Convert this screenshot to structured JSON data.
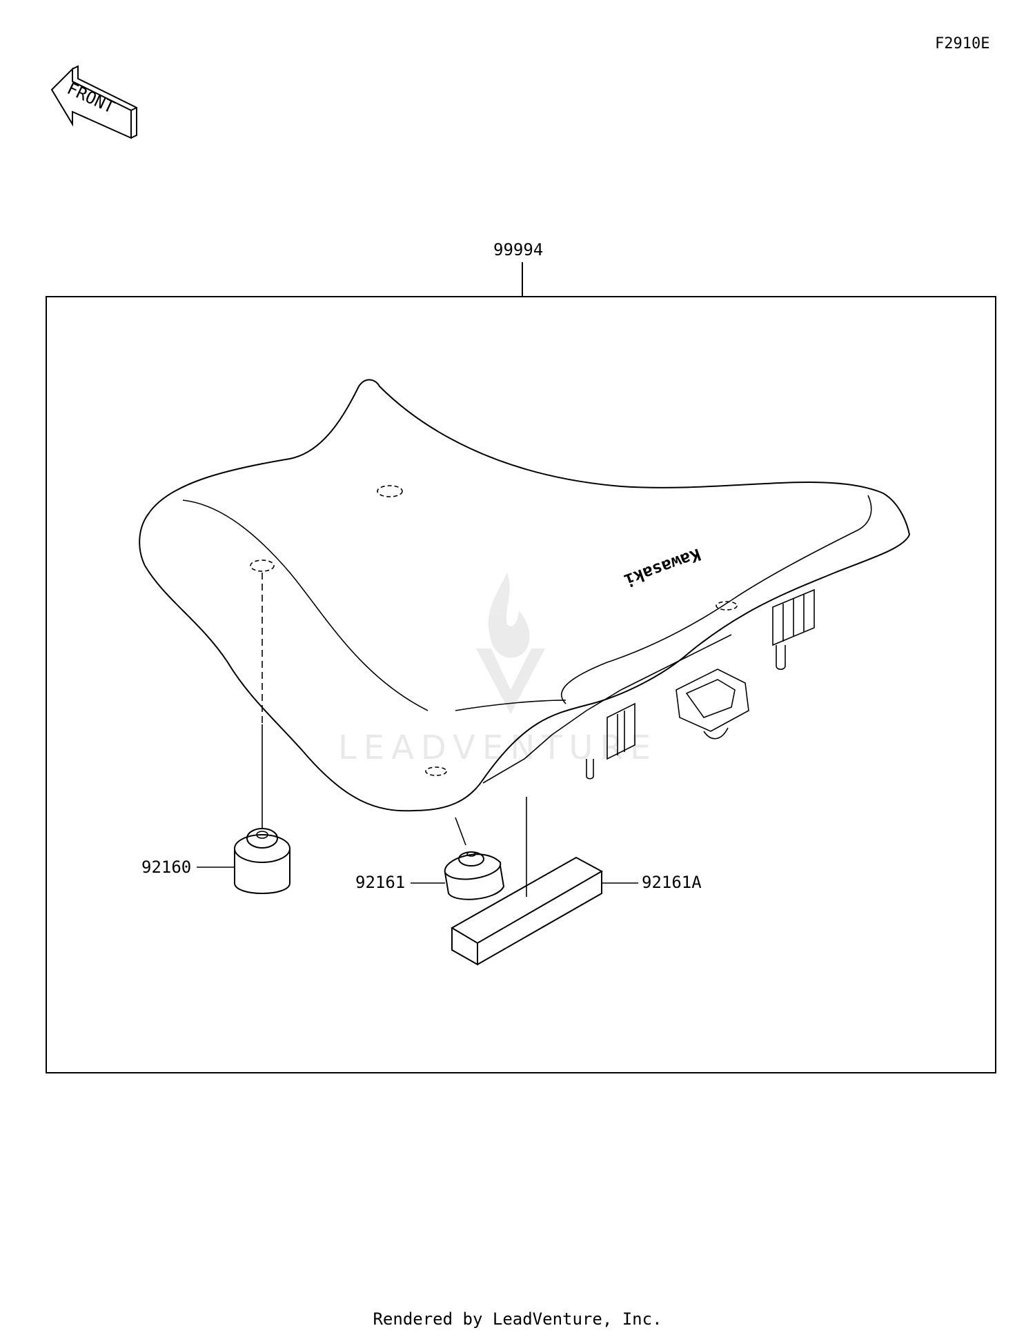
{
  "figure_code": "F2910E",
  "front_label": "FRONT",
  "watermark": "LEADVENTURE",
  "brand_on_seat": "Kawasaki",
  "parts": [
    {
      "id": "99994",
      "name": "kit-callout"
    },
    {
      "id": "92160",
      "name": "damper-92160"
    },
    {
      "id": "92161",
      "name": "damper-92161"
    },
    {
      "id": "92161A",
      "name": "damper-block-92161a"
    }
  ],
  "footer": "Rendered by LeadVenture, Inc."
}
